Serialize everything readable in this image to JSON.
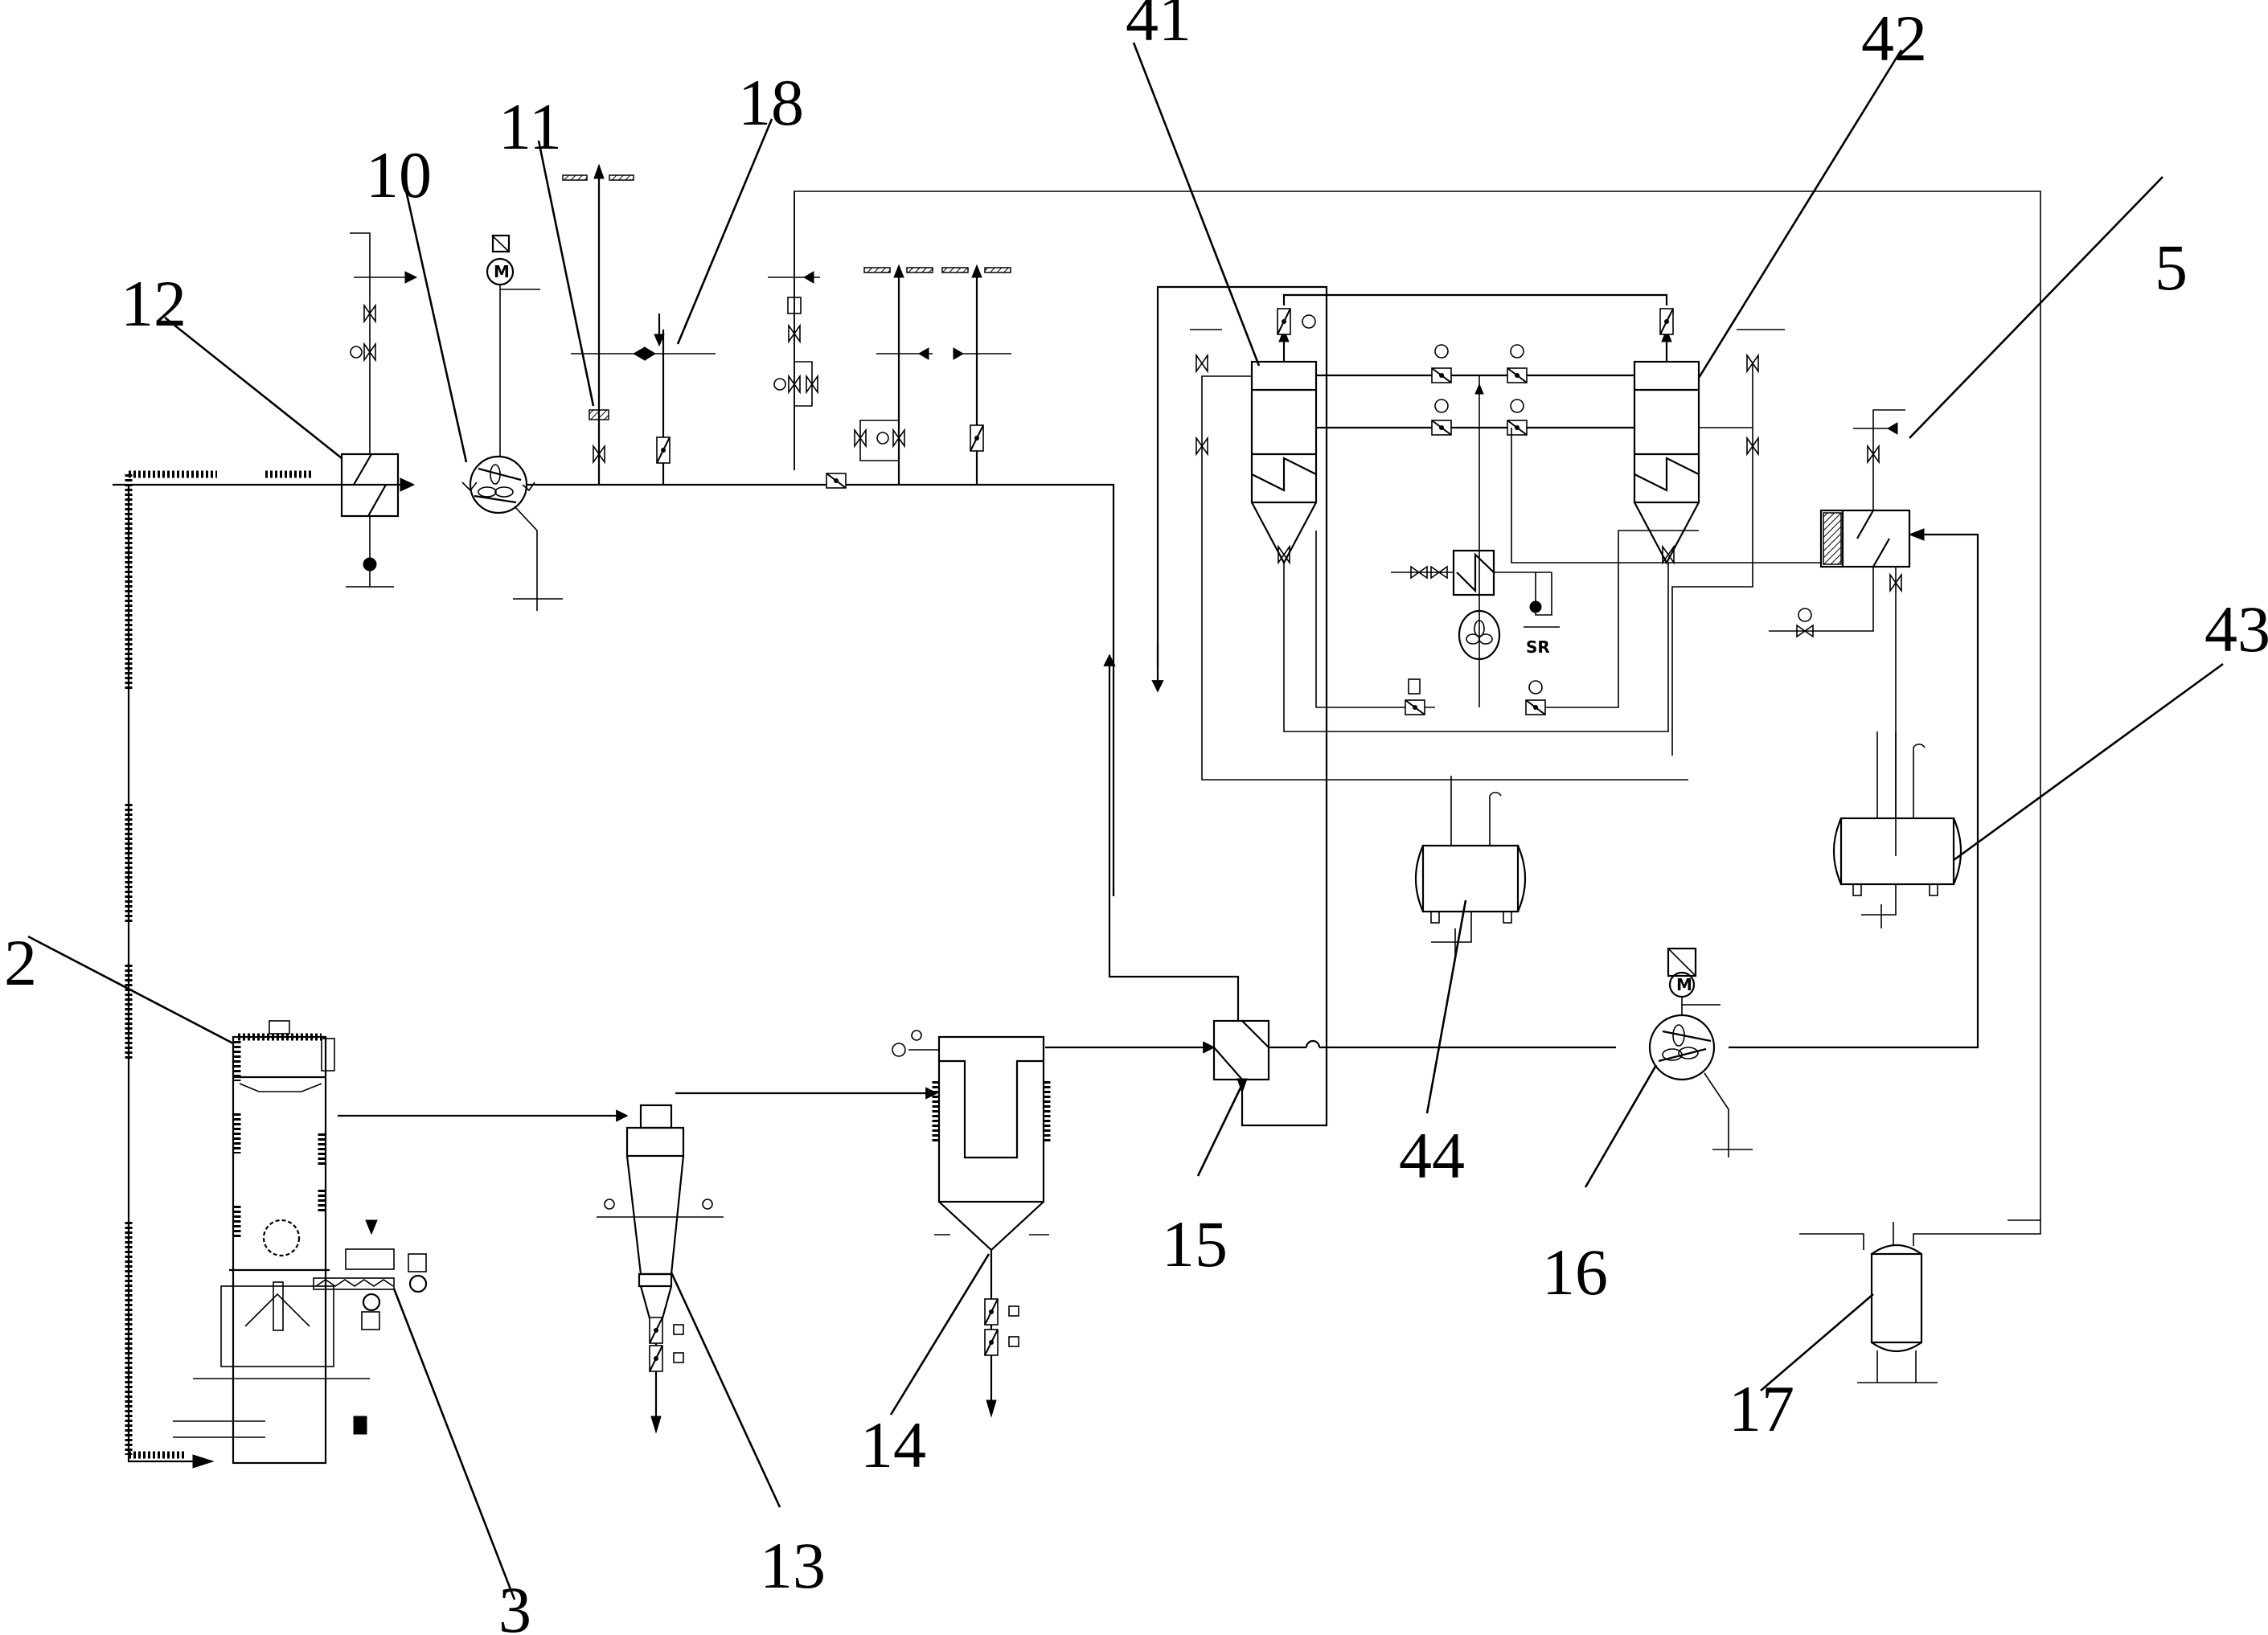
{
  "diagram": {
    "type": "process-flow-diagram",
    "background": "#ffffff",
    "line_color": "#000000",
    "labels": [
      {
        "id": "2",
        "text": "2",
        "component": "reactor-column"
      },
      {
        "id": "3",
        "text": "3",
        "component": "screw-feeder"
      },
      {
        "id": "5",
        "text": "5",
        "component": "heat-exchanger-with-heater"
      },
      {
        "id": "10",
        "text": "10",
        "component": "fan"
      },
      {
        "id": "11",
        "text": "11",
        "component": "vent-hatch"
      },
      {
        "id": "12",
        "text": "12",
        "component": "heat-exchanger"
      },
      {
        "id": "13",
        "text": "13",
        "component": "cyclone-separator"
      },
      {
        "id": "14",
        "text": "14",
        "component": "bag-filter"
      },
      {
        "id": "15",
        "text": "15",
        "component": "gas-heat-exchanger"
      },
      {
        "id": "16",
        "text": "16",
        "component": "circulation-fan"
      },
      {
        "id": "17",
        "text": "17",
        "component": "vertical-vessel"
      },
      {
        "id": "18",
        "text": "18",
        "component": "inlet-line"
      },
      {
        "id": "41",
        "text": "41",
        "component": "adsorption-tower-1"
      },
      {
        "id": "42",
        "text": "42",
        "component": "adsorption-tower-2"
      },
      {
        "id": "43",
        "text": "43",
        "component": "horizontal-tank-1"
      },
      {
        "id": "44",
        "text": "44",
        "component": "horizontal-tank-2"
      }
    ],
    "annotations": [
      {
        "id": "sr",
        "text": "SR"
      }
    ],
    "motor_symbol": "M"
  }
}
